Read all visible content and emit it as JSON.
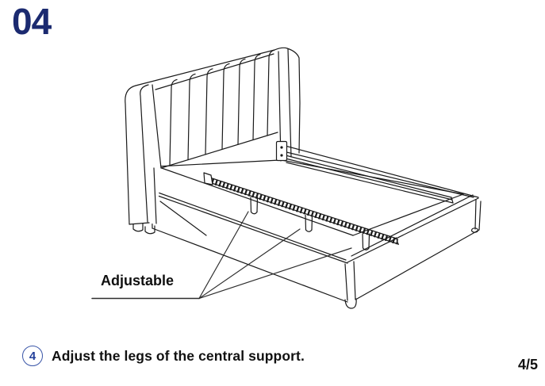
{
  "step": {
    "number": "04"
  },
  "diagram": {
    "callout_label": "Adjustable"
  },
  "instruction": {
    "badge_number": "4",
    "text": "Adjust the legs of the central support."
  },
  "footer": {
    "page_indicator": "4/5"
  },
  "colors": {
    "step_number": "#1b2a70",
    "badge_blue": "#3a56a8",
    "line_color": "#1a1a1a"
  }
}
